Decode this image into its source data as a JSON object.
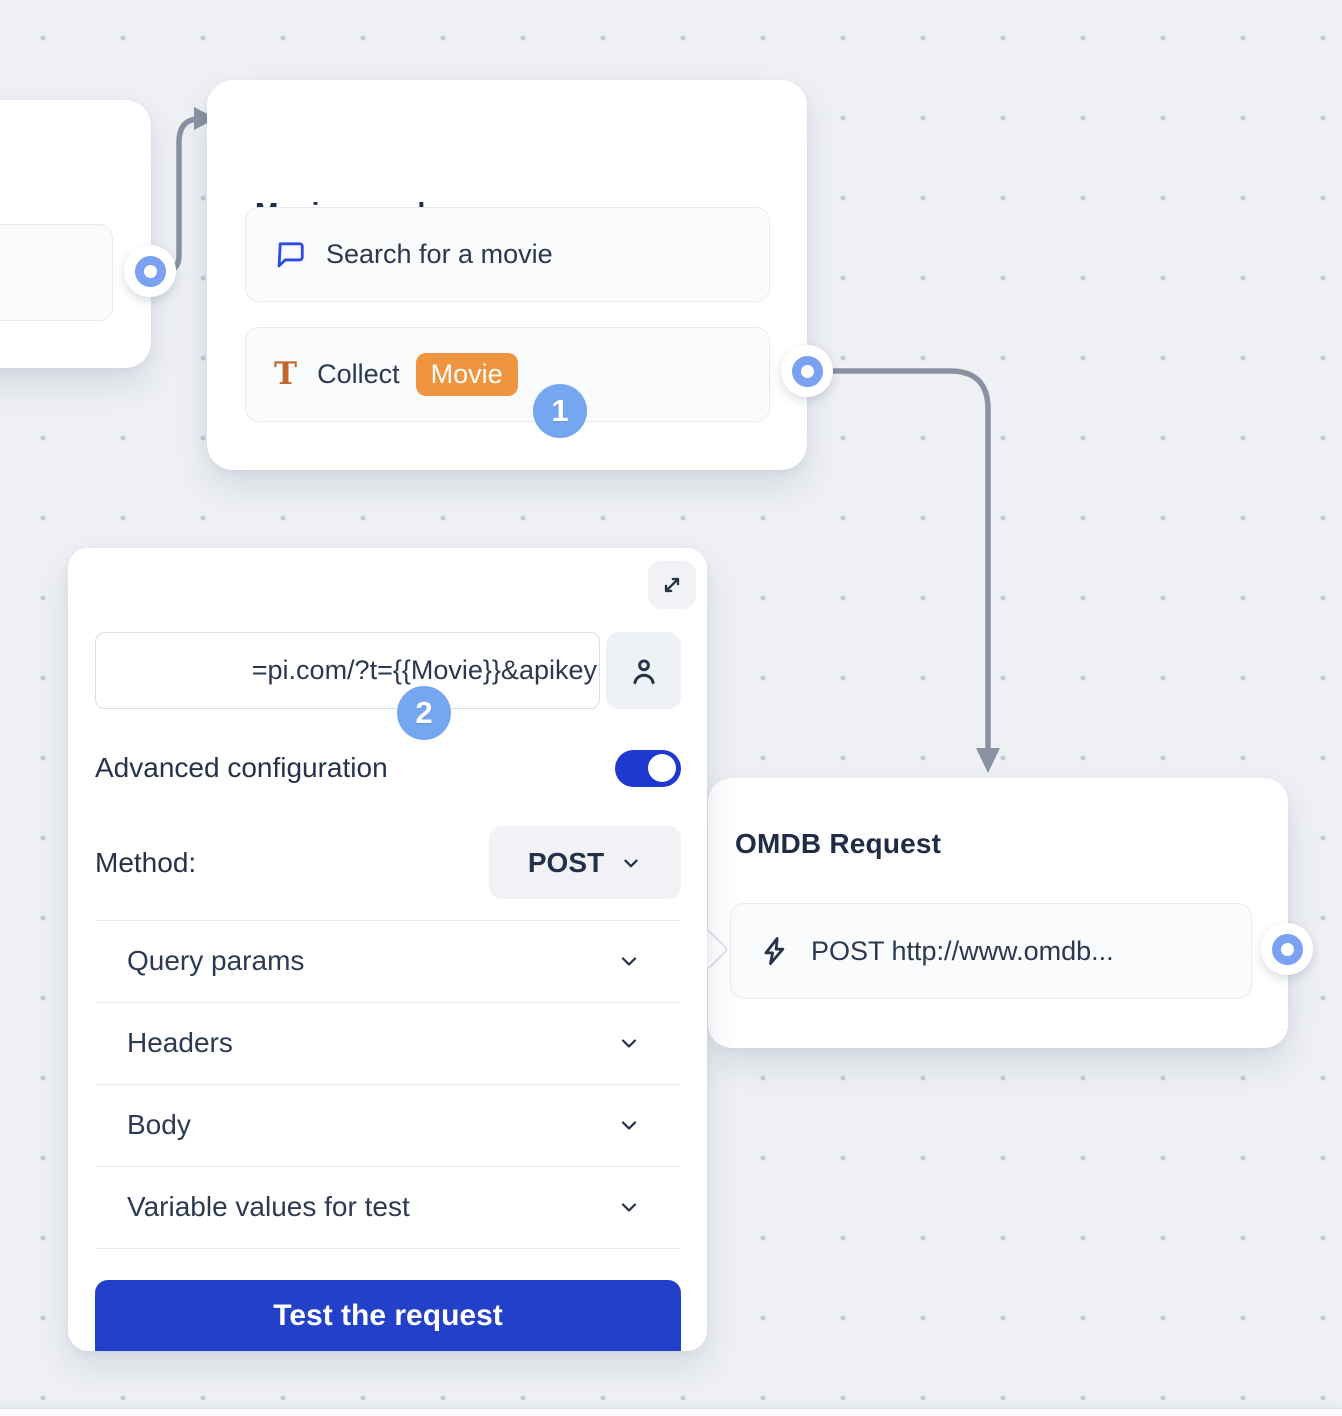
{
  "canvas": {
    "background_color": "#eef0f4",
    "dot_color": "#c4cad8",
    "connector_color": "#8a92a2",
    "port_color": "#7ba1f3"
  },
  "movie_search_node": {
    "title": "Movie search",
    "items": [
      {
        "icon": "chat-bubble-icon",
        "label": "Search for a movie"
      },
      {
        "icon": "text-input-icon",
        "label": "Collect",
        "variable_chip": "Movie",
        "chip_color": "#f0953f"
      }
    ],
    "step_badge": "1"
  },
  "webhook_panel": {
    "expand_icon": "expand-diagonal-icon",
    "url_value": "pi.com/?t={{Movie}}&apikey=",
    "user_button_icon": "person-icon",
    "step_badge": "2",
    "advanced_configuration_label": "Advanced configuration",
    "advanced_configuration_enabled": true,
    "method_label": "Method:",
    "method_value": "POST",
    "sections": [
      {
        "label": "Query params"
      },
      {
        "label": "Headers"
      },
      {
        "label": "Body"
      },
      {
        "label": "Variable values for test"
      }
    ],
    "test_button_label": "Test the request",
    "accent_color": "#2240c8"
  },
  "omdb_node": {
    "title": "OMDB Request",
    "items": [
      {
        "icon": "lightning-icon",
        "label": "POST http://www.omdb..."
      }
    ]
  }
}
